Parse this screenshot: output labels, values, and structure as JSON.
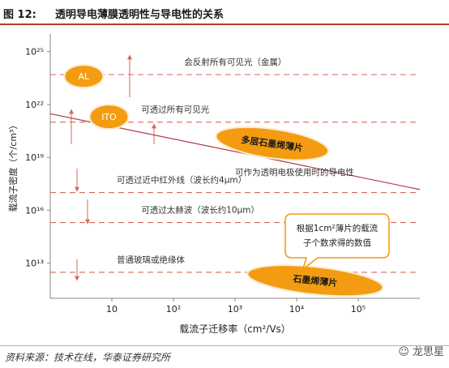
{
  "figure": {
    "label": "图 12:",
    "title": "透明导电薄膜透明性与导电性的关系",
    "source": "资料来源：技术在线，华泰证券研究所",
    "watermark": "☺ 龙思星"
  },
  "colors": {
    "header_rule": "#c0392b",
    "dash": "#d46a5a",
    "orange_fill": "#f39c12",
    "orange_stroke": "#e67e22",
    "callout_stroke": "#f39c12",
    "axis": "#888888"
  },
  "chart_data": {
    "type": "scatter",
    "xlabel": "载流子迁移率（cm²/Vs）",
    "ylabel": "载流子密度（个/cm³）",
    "x_scale": "log",
    "y_scale": "log",
    "xlim": [
      1,
      1000000
    ],
    "ylim": [
      100000000000.0,
      1e+26
    ],
    "x_ticks": [
      {
        "value": 10,
        "label": "10"
      },
      {
        "value": 100,
        "label": "10²"
      },
      {
        "value": 1000,
        "label": "10³"
      },
      {
        "value": 10000,
        "label": "10⁴"
      },
      {
        "value": 100000,
        "label": "10⁵"
      }
    ],
    "y_ticks": [
      {
        "value": 10000000000000.0,
        "label": "10¹³"
      },
      {
        "value": 1e+16,
        "label": "10¹⁶"
      },
      {
        "value": 1e+19,
        "label": "10¹⁹"
      },
      {
        "value": 1e+22,
        "label": "10²²"
      },
      {
        "value": 1e+25,
        "label": "10²⁵"
      }
    ],
    "grid": false,
    "threshold_lines": [
      {
        "y": 5e+23,
        "label": "会反射所有可见光（金属）"
      },
      {
        "y": 1e+21,
        "label": "可透过所有可见光"
      },
      {
        "y": 1e+17,
        "label": "可透过近中红外线（波长约4μm）"
      },
      {
        "y": 2000000000000000.0,
        "label": "可透过太赫波（波长约10μm）"
      },
      {
        "y": 3000000000000.0,
        "label": "普通玻璃或绝缘体"
      }
    ],
    "series": [
      {
        "name": "AL",
        "x": 3.5,
        "y": 4e+23
      },
      {
        "name": "ITO",
        "x": 9,
        "y": 2e+21
      },
      {
        "name": "多层石墨烯薄片",
        "x": 4000,
        "y": 6e+19
      },
      {
        "name": "石墨烯薄片",
        "x": 20000,
        "y": 1000000000000.0
      }
    ],
    "conductivity_line": {
      "x": [
        1,
        1000000
      ],
      "y": [
        3e+21,
        1.5e+17
      ],
      "label": "可作为透明电极使用时的导电性"
    },
    "callout": {
      "text": [
        "根据1cm²薄片的载流",
        "子个数求得的数值"
      ]
    }
  }
}
